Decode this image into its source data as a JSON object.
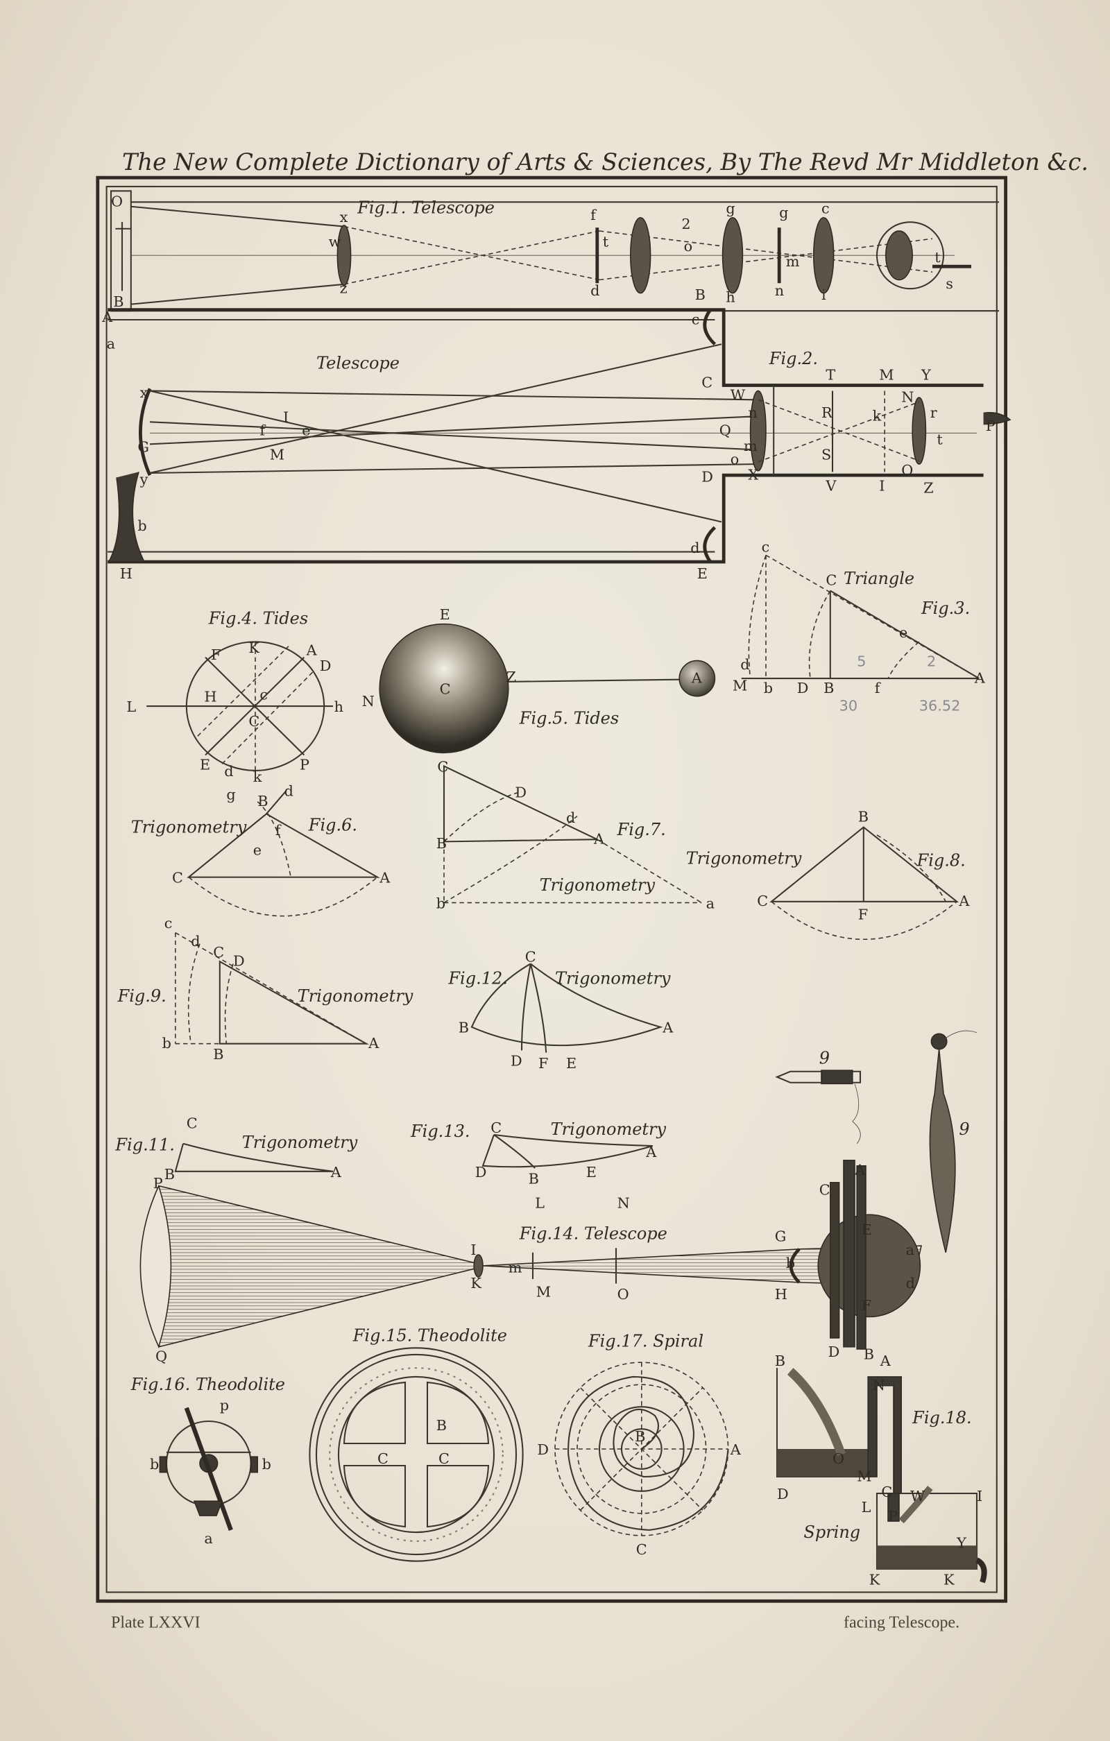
{
  "title": "The New Complete Dictionary of Arts & Sciences, By The Revd Mr Middleton &c.",
  "footer": {
    "plate": "Plate LXXVI",
    "facing": "facing Telescope."
  },
  "captions": {
    "fig1": "Fig.1. Telescope",
    "telescope": "Telescope",
    "fig2": "Fig.2.",
    "fig3": "Fig.3.",
    "triangle": "Triangle",
    "fig4": "Fig.4. Tides",
    "fig5": "Fig.5. Tides",
    "fig6": "Fig.6.",
    "fig6_name": "Trigonometry",
    "fig7": "Fig.7.",
    "fig7_name": "Trigonometry",
    "fig8": "Fig.8.",
    "fig8_name": "Trigonometry",
    "fig9": "Fig.9.",
    "fig9_name": "Trigonometry",
    "fig11": "Fig.11.",
    "fig11_name": "Trigonometry",
    "fig12": "Fig.12.",
    "fig12_name": "Trigonometry",
    "fig13": "Fig.13.",
    "fig13_name": "Trigonometry",
    "fig14": "Fig.14. Telescope",
    "fig15": "Fig.15. Theodolite",
    "fig16": "Fig.16. Theodolite",
    "fig17": "Fig.17. Spiral",
    "fig18": "Fig.18.",
    "spring": "Spring",
    "pencil_mark": "9",
    "plumb_mark": "9"
  },
  "pencil_annotations": [
    "5",
    "2",
    "30",
    "36.52"
  ],
  "labels": {
    "fig1": [
      "O",
      "B",
      "x",
      "w",
      "z",
      "f",
      "t",
      "d",
      "2",
      "o",
      "g",
      "h",
      "g",
      "m",
      "n",
      "c",
      "i",
      "t",
      "s"
    ],
    "fig2": [
      "A",
      "a",
      "B",
      "c",
      "C",
      "D",
      "E",
      "d",
      "H",
      "x",
      "G",
      "y",
      "I",
      "M",
      "b",
      "T",
      "M",
      "Y",
      "N",
      "P",
      "R",
      "S",
      "k",
      "W",
      "n",
      "Q",
      "m",
      "o",
      "X",
      "V",
      "I",
      "O",
      "Z",
      "r",
      "t",
      "e",
      "f"
    ],
    "fig3": [
      "c",
      "C",
      "e",
      "M",
      "d",
      "b",
      "D",
      "B",
      "f",
      "A"
    ],
    "fig4": [
      "F",
      "K",
      "A",
      "D",
      "L",
      "H",
      "h",
      "c",
      "C",
      "E",
      "d",
      "k",
      "P"
    ],
    "fig5": [
      "E",
      "C",
      "N",
      "Z",
      "A"
    ],
    "fig6": [
      "g",
      "B",
      "d",
      "e",
      "f",
      "C",
      "A"
    ],
    "fig7": [
      "C",
      "D",
      "d",
      "B",
      "A",
      "b",
      "a"
    ],
    "fig8": [
      "B",
      "C",
      "F",
      "A"
    ],
    "fig9": [
      "c",
      "d",
      "C",
      "D",
      "b",
      "B",
      "A"
    ],
    "fig12": [
      "C",
      "B",
      "A",
      "D",
      "F",
      "E"
    ],
    "fig11": [
      "C",
      "B",
      "A"
    ],
    "fig13": [
      "C",
      "D",
      "B",
      "E",
      "A"
    ],
    "fig14": [
      "P",
      "Q",
      "I",
      "K",
      "L",
      "N",
      "m",
      "M",
      "O",
      "G",
      "H",
      "C",
      "A",
      "E",
      "F",
      "D",
      "B",
      "b",
      "a",
      "d"
    ],
    "fig15": [
      "B",
      "C",
      "C"
    ],
    "fig16": [
      "p",
      "b",
      "b",
      "a"
    ],
    "fig17": [
      "D",
      "A",
      "B",
      "C"
    ],
    "fig18": [
      "B",
      "A",
      "N",
      "O",
      "D",
      "M",
      "C",
      "L",
      "P",
      "W",
      "I",
      "Y",
      "K",
      "K"
    ]
  }
}
